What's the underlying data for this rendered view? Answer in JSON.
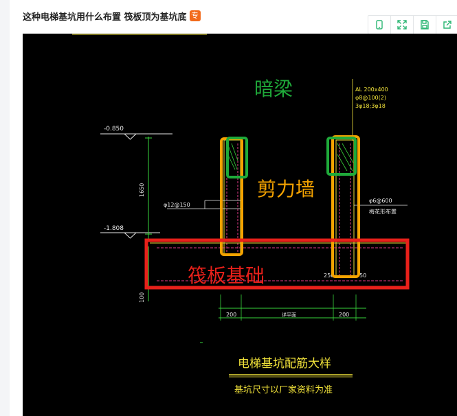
{
  "post": {
    "title": "这种电梯基坑用什么布置 筏板顶为基坑底",
    "badge": "专",
    "badge_color": "#f26a1b"
  },
  "toolbar": {
    "icons": [
      "phone-icon",
      "fullscreen-icon",
      "save-icon",
      "share-icon"
    ],
    "accent_color": "#2bb673"
  },
  "drawing": {
    "label_dark_beam": "暗梁",
    "label_shear_wall": "剪力墙",
    "label_raft": "筏板基础",
    "level_top": "-0.850",
    "level_bottom": "-1.808",
    "dim_vertical": "1650",
    "rebar_left": "φ12@150",
    "beam_spec_1": "AL 200x400",
    "beam_spec_2": "φ8@100(2)",
    "beam_spec_3": "3φ18;3φ18",
    "rebar_right_1": "φ6@600",
    "rebar_right_2": "梅花形布置",
    "dim_200_left": "200",
    "dim_mid": "详平面",
    "dim_200_right": "200",
    "dim_100": "100",
    "dim_250": "250",
    "dim_50": "50",
    "caption_title": "电梯基坑配筋大样",
    "caption_note": "基坑尺寸以厂家资料为准"
  },
  "colors": {
    "annotation_green": "#1faa3a",
    "annotation_yellow": "#f5a300",
    "annotation_red": "#e8201a",
    "cad_green": "#39d43b",
    "cad_yellow": "#f1e23a",
    "cad_magenta": "#e23b8a",
    "cad_cyan": "#3fd6e8",
    "cad_white": "#e8e8e8"
  }
}
